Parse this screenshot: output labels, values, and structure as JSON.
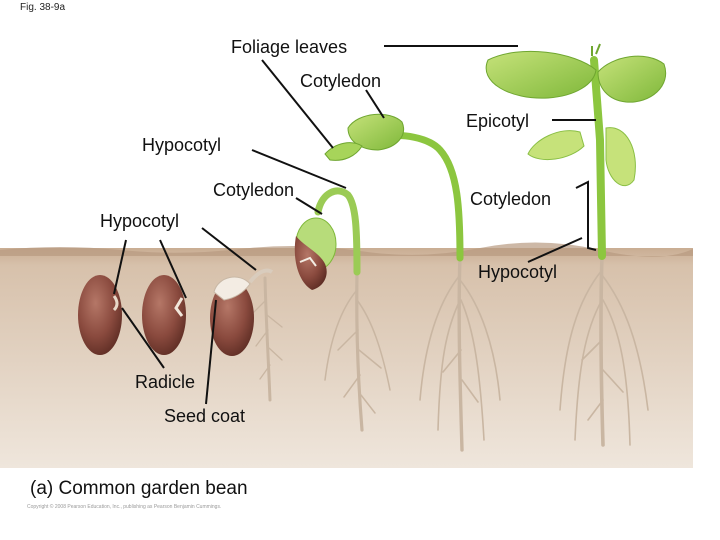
{
  "figure": {
    "fig_number": "Fig. 38-9a",
    "caption": "(a) Common garden bean",
    "copyright": "Copyright © 2008 Pearson Education, Inc., publishing as Pearson Benjamin Cummings."
  },
  "labels": {
    "foliage_leaves": "Foliage leaves",
    "cotyledon_top": "Cotyledon",
    "epicotyl": "Epicotyl",
    "hypocotyl_upper": "Hypocotyl",
    "cotyledon_middle": "Cotyledon",
    "cotyledon_right": "Cotyledon",
    "hypocotyl_left": "Hypocotyl",
    "hypocotyl_right": "Hypocotyl",
    "radicle": "Radicle",
    "seed_coat": "Seed coat"
  },
  "colors": {
    "soil": "#d3bca5",
    "soil_surface": "#b89a80",
    "seed": "#8a4a3e",
    "seed_highlight": "#b57767",
    "root": "#e8dccf",
    "root_outline": "#b7a38f",
    "stem": "#8cc63f",
    "leaf": "#9ccf4a",
    "leaf_light": "#c6e27a",
    "leader_line": "#111111"
  }
}
